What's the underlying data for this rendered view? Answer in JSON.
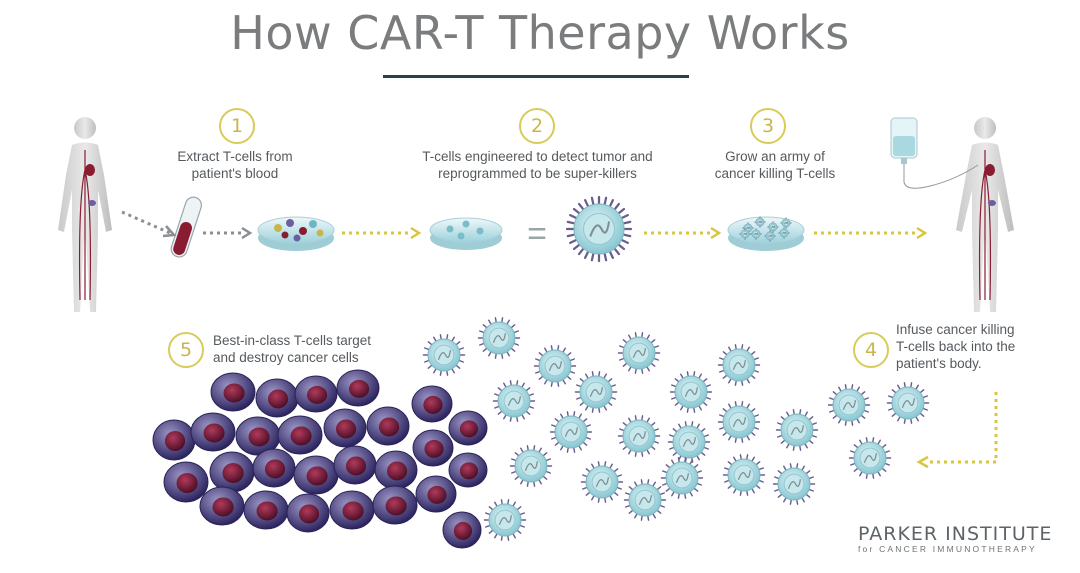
{
  "title": "How CAR-T Therapy Works",
  "steps": [
    {
      "number": "1",
      "caption_line1": "Extract T-cells from",
      "caption_line2": "patient's blood"
    },
    {
      "number": "2",
      "caption_line1": "T-cells engineered to detect tumor and",
      "caption_line2": "reprogrammed to be super-killers"
    },
    {
      "number": "3",
      "caption_line1": "Grow an army of",
      "caption_line2": "cancer killing T-cells"
    },
    {
      "number": "4",
      "caption_line1": "Infuse cancer killing",
      "caption_line2": "T-cells back into the",
      "caption_line3": "patient's body."
    },
    {
      "number": "5",
      "caption_line1": "Best-in-class T-cells target",
      "caption_line2": "and destroy cancer cells"
    }
  ],
  "equals_sign": "=",
  "logo": {
    "name": "PARKER INSTITUTE",
    "subtitle": "for CANCER IMMUNOTHERAPY"
  },
  "colors": {
    "title": "#7a7c7e",
    "rule": "#27414f",
    "step_circle": "#d9cb5a",
    "arrow_gray": "#8a8f93",
    "arrow_yellow": "#d8c63e",
    "tcell_body": "#9bd3dc",
    "tcell_receptor": "#6a5d8e",
    "cancer_cell": "#3d3470",
    "cancer_nucleus": "#6b1d3a",
    "blood": "#8a1c32"
  },
  "icons": [
    "human-figure-icon",
    "test-tube-icon",
    "petri-dish-icon",
    "t-cell-icon",
    "cancer-cell-icon",
    "iv-bag-icon"
  ]
}
